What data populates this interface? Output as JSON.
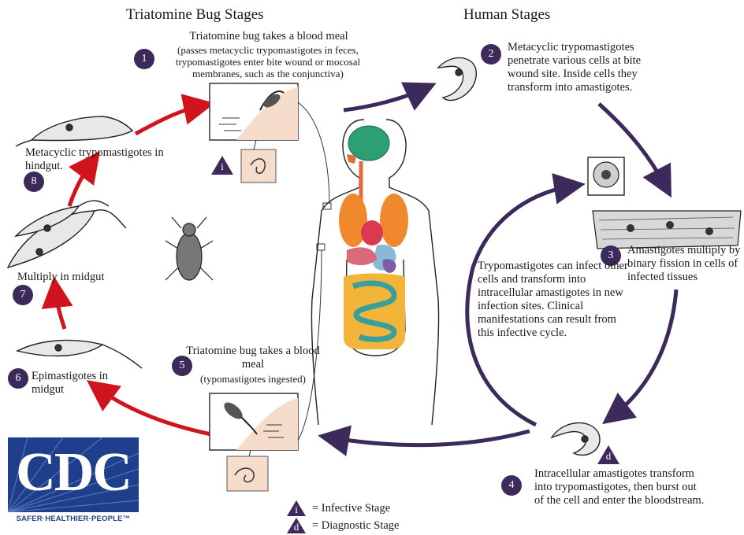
{
  "headings": {
    "bug": "Triatomine Bug Stages",
    "human": "Human Stages"
  },
  "steps": [
    {
      "num": "1",
      "title": "Triatomine bug takes a blood meal",
      "detail": "(passes metacyclic trypomastigotes in feces, trypomastigotes enter bite wound or mocosal membranes, such as the conjunctiva)"
    },
    {
      "num": "2",
      "text": "Metacyclic trypomastigotes penetrate various cells at bite wound site. Inside cells they transform into amastigotes."
    },
    {
      "num": "3",
      "text": "Amastigotes multiply by binary fission in cells of infected tissues"
    },
    {
      "num": "4",
      "text": "Intracellular amastigotes transform into trypomastigotes, then burst out of the cell and enter the bloodstream."
    },
    {
      "num": "5",
      "title": "Triatomine bug takes a blood meal",
      "detail": "(typomastigotes ingested)"
    },
    {
      "num": "6",
      "text": "Epimastigotes in midgut"
    },
    {
      "num": "7",
      "text": "Multiply in midgut"
    },
    {
      "num": "8",
      "text": "Metacyclic trypomastigotes in hindgut."
    }
  ],
  "center_text": "Trypomastigotes can infect other cells and transform into intracellular amastigotes in new infection sites. Clinical manifestations can result from this infective cycle.",
  "legend": {
    "infective_symbol": "i",
    "infective_label": "= Infective Stage",
    "diagnostic_symbol": "d",
    "diagnostic_label": "= Diagnostic Stage"
  },
  "logo": {
    "text": "CDC",
    "tagline": "SAFER·HEALTHIER·PEOPLE™"
  },
  "colors": {
    "bug_arrow": "#d0141d",
    "human_arrow": "#3d2a5c",
    "step_circle": "#3d2a5c",
    "logo_blue": "#1f3f8c"
  }
}
